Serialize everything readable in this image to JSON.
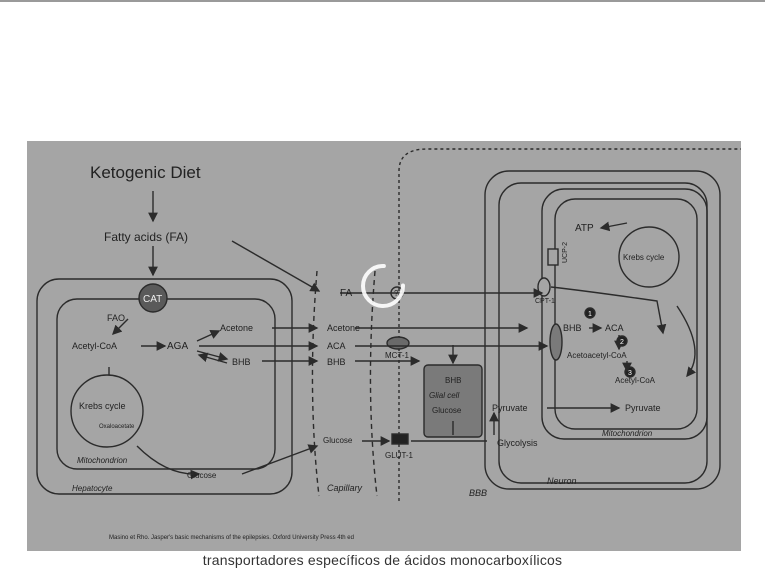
{
  "diagram": {
    "title": "Ketogenic Diet",
    "fatty_acids": "Fatty acids (FA)",
    "cat": "CAT",
    "fao": "FAO",
    "acetyl_coa_left": "Acetyl-CoA",
    "aga_left": "AGA",
    "acetone_left": "Acetone",
    "bhb_left": "BHB",
    "krebs_left": "Krebs cycle",
    "oxaloacetate": "Oxaloacetate",
    "mito_left": "Mitochondrion",
    "glucose_left": "Glucose",
    "hepatocyte": "Hepatocyte",
    "fa_capillary": "FA",
    "acetone_capillary": "Acetone",
    "aca_capillary": "ACA",
    "bhb_capillary": "BHB",
    "glucose_capillary": "Glucose",
    "capillary": "Capillary",
    "mct1": "MCT-1",
    "glut1": "GLUT-1",
    "glial_bhb": "BHB",
    "glial_cell": "Glial cell",
    "glial_glucose": "Glucose",
    "bbb": "BBB",
    "cpt1": "CPT-1",
    "ucp2": "UCP-2",
    "atp": "ATP",
    "krebs_right": "Krebs cycle",
    "bhb_right": "BHB",
    "aca_right": "ACA",
    "acetoacetyl": "Acetoacetyl-CoA",
    "acetyl_coa_right": "Acetyl-CoA",
    "pyruvate_left": "Pyruvate",
    "pyruvate_right": "Pyruvate",
    "glycolysis": "Glycolysis",
    "mito_right": "Mitochondrion",
    "neuron": "Neuron",
    "step1": "1",
    "step2": "2",
    "step3": "3",
    "question": "?",
    "reference": "Masino et Rho. Jasper's basic mechanisms of the epilepsies. Oxford University Press 4th ed"
  },
  "caption": "transportadores específicos de ácidos monocarboxílicos",
  "colors": {
    "background": "#a5a5a5",
    "ink": "#2b2b2b",
    "cat_fill": "#5a5a5a",
    "glial_fill": "#7a7a7a"
  }
}
